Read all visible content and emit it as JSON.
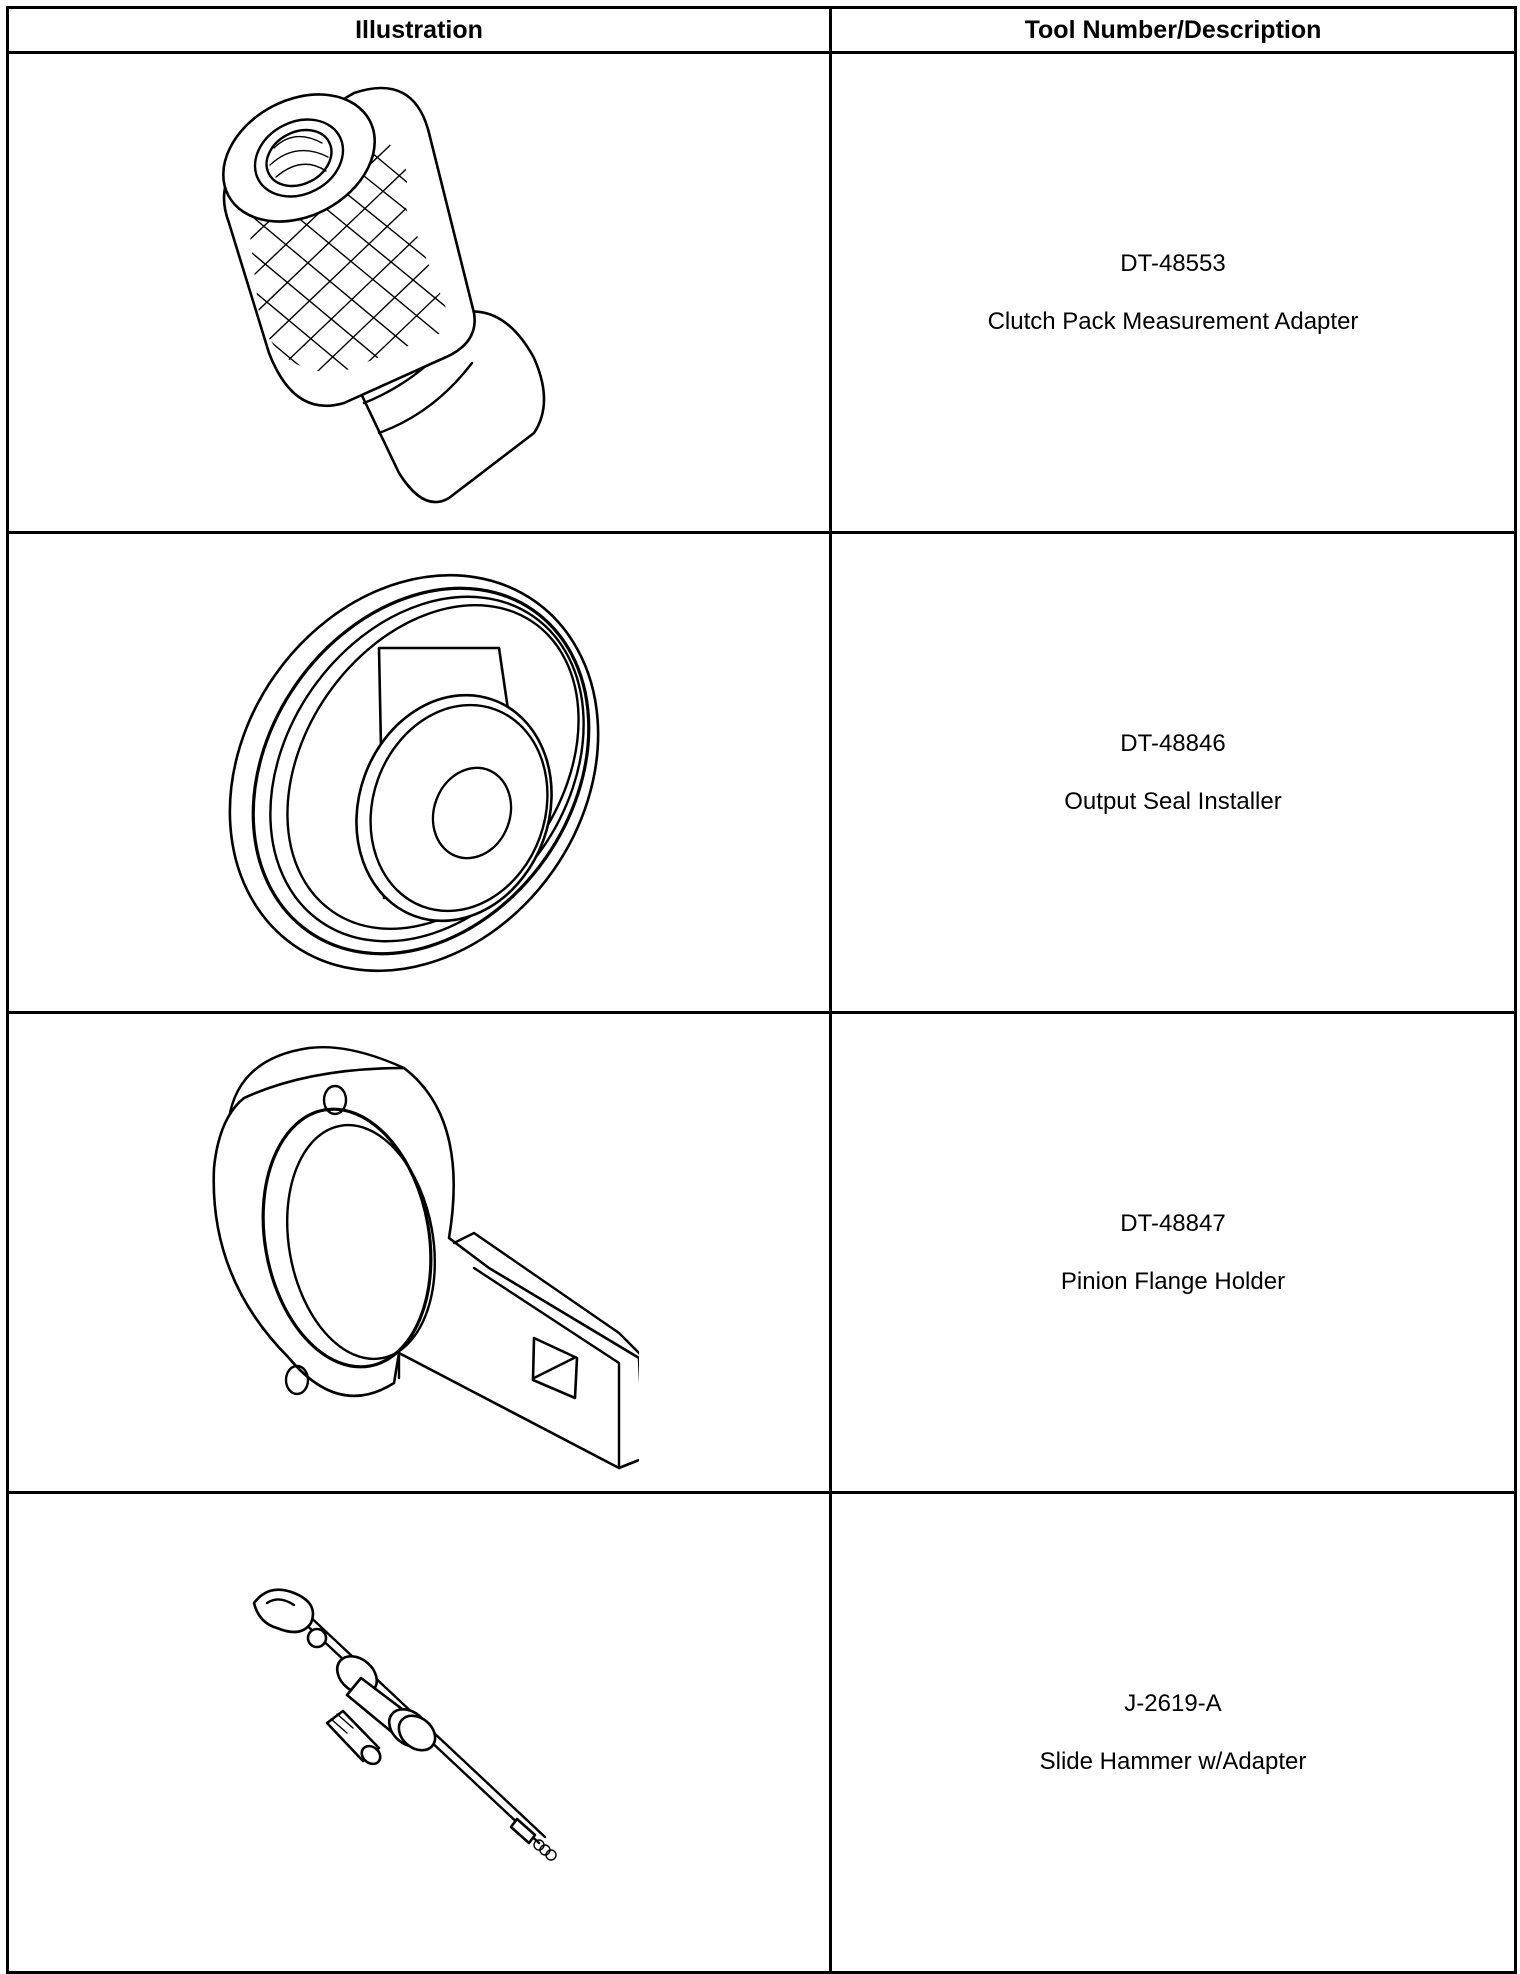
{
  "table": {
    "headers": {
      "illustration": "Illustration",
      "tool": "Tool Number/Description"
    },
    "rows": [
      {
        "number": "DT-48553",
        "description": "Clutch Pack Measurement Adapter",
        "icon": "knurled-adapter-icon"
      },
      {
        "number": "DT-48846",
        "description": "Output Seal Installer",
        "icon": "seal-installer-icon"
      },
      {
        "number": "DT-48847",
        "description": "Pinion Flange Holder",
        "icon": "flange-holder-icon"
      },
      {
        "number": "J-2619-A",
        "description": "Slide Hammer w/Adapter",
        "icon": "slide-hammer-icon"
      }
    ]
  }
}
